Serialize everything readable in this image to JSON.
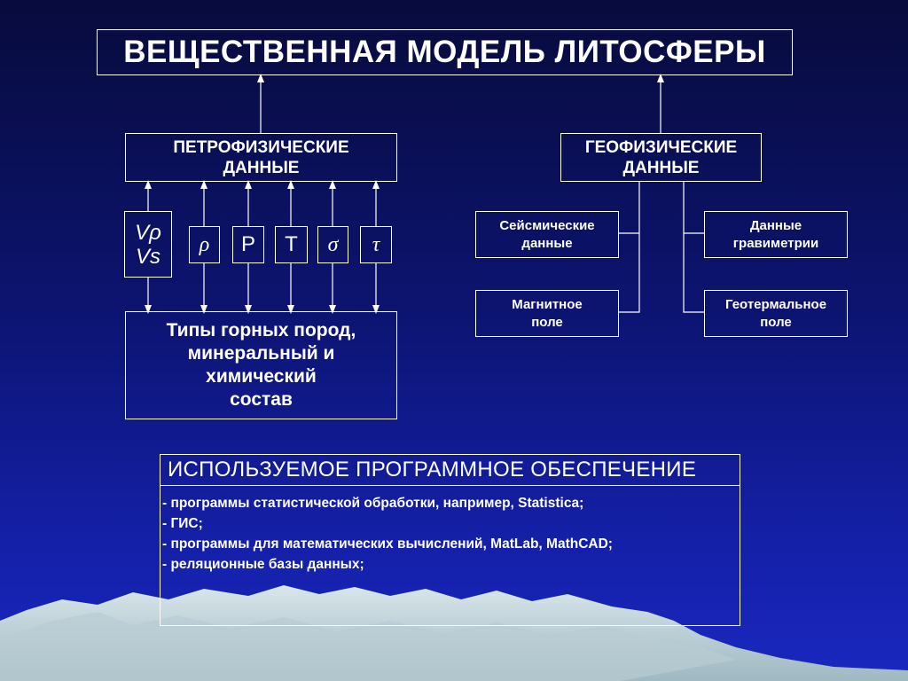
{
  "title": "ВЕЩЕСТВЕННАЯ МОДЕЛЬ ЛИТОСФЕРЫ",
  "petro": {
    "header": [
      "ПЕТРОФИЗИЧЕСКИЕ",
      "ДАННЫЕ"
    ],
    "params": {
      "vv": [
        "Vρ",
        "Vs"
      ],
      "rho": "ρ",
      "p": "P",
      "t": "T",
      "sigma": "σ",
      "tau": "τ"
    },
    "rocks": [
      "Типы горных пород,",
      "минеральный и",
      "химический",
      "состав"
    ]
  },
  "geo": {
    "header": [
      "ГЕОФИЗИЧЕСКИЕ",
      "ДАННЫЕ"
    ],
    "seismic": [
      "Сейсмические",
      "данные"
    ],
    "magnetic": [
      "Магнитное",
      "поле"
    ],
    "gravity": [
      "Данные",
      "гравиметрии"
    ],
    "geothermal": [
      "Геотермальное",
      "поле"
    ]
  },
  "software": {
    "title": "ИСПОЛЬЗУЕМОЕ ПРОГРАММНОЕ ОБЕСПЕЧЕНИЕ",
    "items": [
      "- программы статистической обработки, например, Statistica;",
      "- ГИС;",
      "- программы для математических вычислений, MatLab, MathCAD;",
      "- реляционные базы данных;"
    ]
  },
  "colors": {
    "background_top": "#080b3c",
    "background_bottom": "#1a28c0",
    "line": "#ffffff",
    "mountains": "#a8c0c8"
  }
}
